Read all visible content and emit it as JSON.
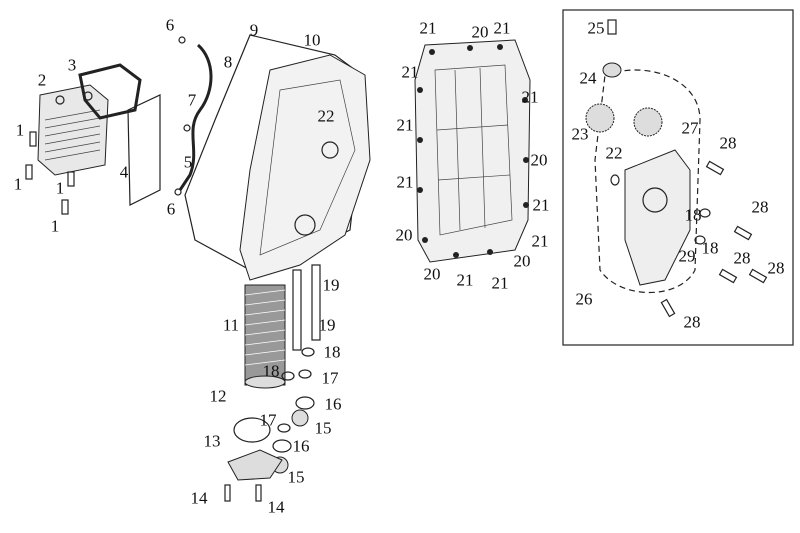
{
  "diagram": {
    "title": "Oil cooler, oil filter, oil pan and oil pump exploded view",
    "callouts": [
      "1",
      "1",
      "1",
      "1",
      "2",
      "3",
      "4",
      "5",
      "6",
      "6",
      "7",
      "8",
      "9",
      "10",
      "22",
      "19",
      "19",
      "11",
      "18",
      "17",
      "18",
      "16",
      "12",
      "17",
      "15",
      "16",
      "13",
      "15",
      "14",
      "14"
    ],
    "oil_pan_callouts": [
      "21",
      "20",
      "21",
      "21",
      "21",
      "21",
      "20",
      "21",
      "21",
      "20",
      "21",
      "20",
      "21",
      "21",
      "20"
    ],
    "pump_callouts": [
      "25",
      "24",
      "23",
      "27",
      "28",
      "22",
      "18",
      "28",
      "18",
      "29",
      "28",
      "28",
      "26",
      "28"
    ]
  }
}
